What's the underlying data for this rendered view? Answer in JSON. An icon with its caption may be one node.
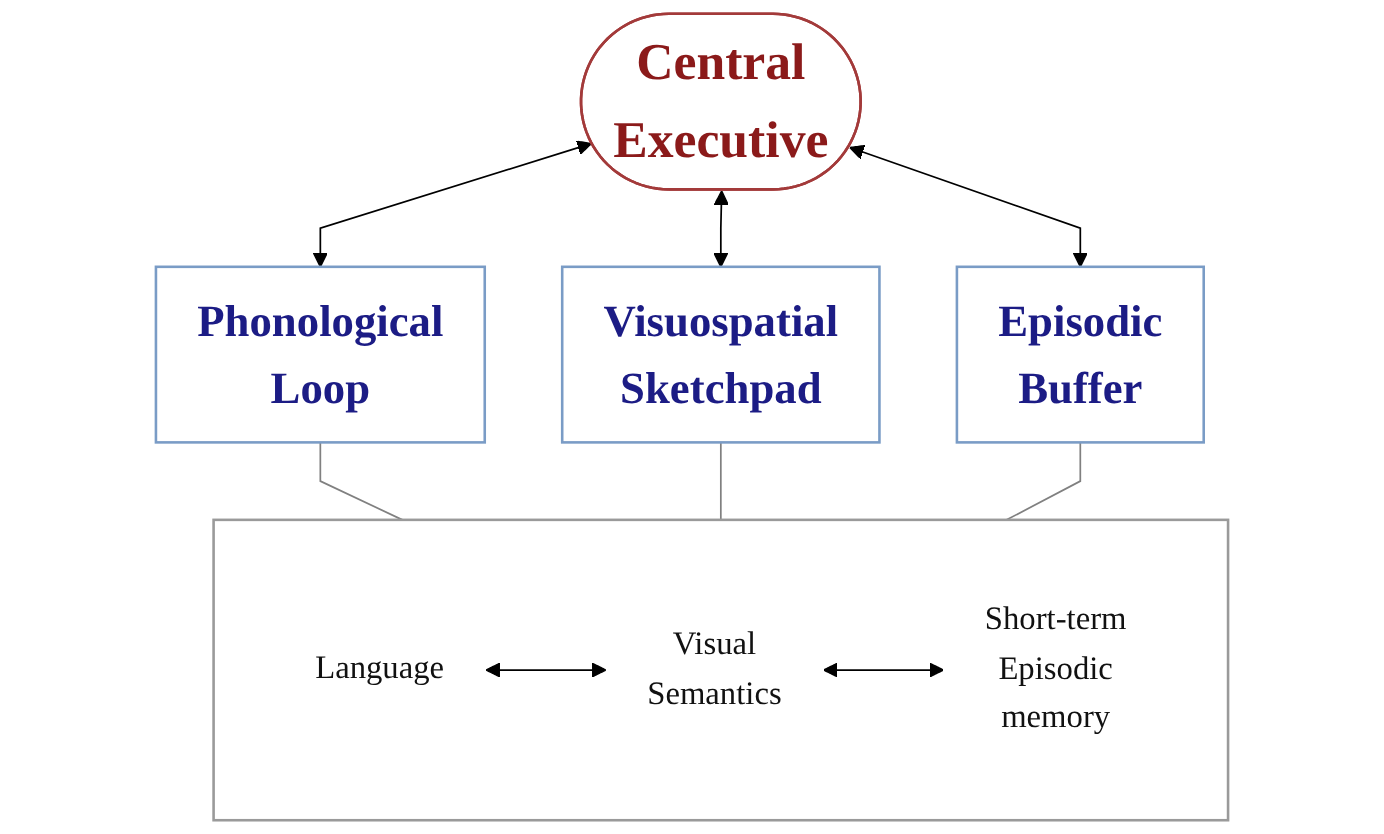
{
  "diagram": {
    "nodes": [
      {
        "text": [
          "Central Executive"
        ]
      },
      {
        "text": [
          "Phonological Loop"
        ]
      },
      {
        "text": [
          "Visuospatial Sketchpad"
        ]
      },
      {
        "text": [
          "Episodic Buffer"
        ]
      },
      {
        "text": [],
        "shape": "box"
      },
      {
        "text": [
          "Language"
        ],
        "in": 4
      },
      {
        "text": [
          "Visual Semantics"
        ],
        "in": 4
      },
      {
        "text": [
          "Short-term Episodic memory"
        ],
        "in": 4
      }
    ],
    "edges": [
      {
        "from": 0,
        "to": 1,
        "arrow": "both"
      },
      {
        "from": 0,
        "to": 2,
        "arrow": "both"
      },
      {
        "from": 0,
        "to": 3,
        "arrow": "both"
      },
      {
        "from": 1,
        "to": 4,
        "arrow": "none",
        "color": "#808080"
      },
      {
        "from": 2,
        "to": 4,
        "arrow": "none",
        "color": "#808080"
      },
      {
        "from": 3,
        "to": 4,
        "arrow": "none",
        "color": "#808080"
      },
      {
        "from": 5,
        "to": 6,
        "arrow": "both"
      },
      {
        "from": 6,
        "to": 7,
        "arrow": "both"
      }
    ]
  }
}
